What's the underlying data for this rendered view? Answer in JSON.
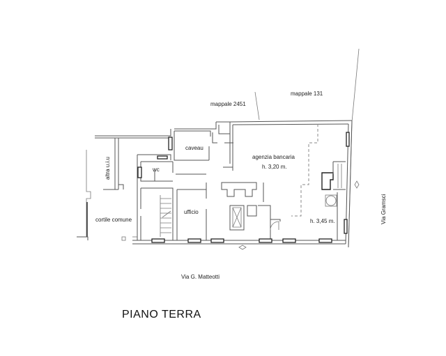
{
  "drawing": {
    "title": "PIANO  TERRA",
    "parcels": {
      "left": "mappale 2451",
      "right": "mappale 131"
    },
    "streets": {
      "south": "Via G. Matteotti",
      "east": "Via Gramsci"
    },
    "rooms": {
      "caveau": "caveau",
      "wc": "wc",
      "ufficio": "ufficio",
      "agenzia": "agenzia bancaria",
      "agenzia_height": "h. 3,20 m.",
      "rear_height": "h. 3,45 m.",
      "cortile": "cortile comune",
      "altra": "altra u.i.u"
    },
    "colors": {
      "background": "#ffffff",
      "lines": "#555555",
      "text": "#222222"
    }
  }
}
